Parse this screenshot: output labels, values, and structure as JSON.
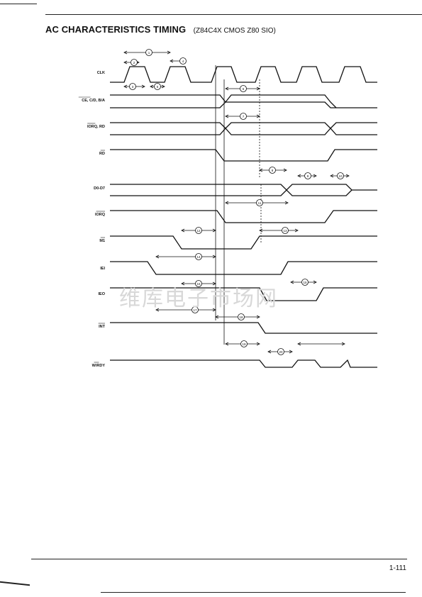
{
  "header": {
    "title": "AC CHARACTERISTICS TIMING",
    "subtitle": "(Z84C4X CMOS Z80 SIO)"
  },
  "signals": [
    {
      "id": "clk",
      "label": "CLK"
    },
    {
      "id": "ce",
      "label": "CE, C/D, B/A"
    },
    {
      "id": "iorq-rd",
      "label": "IORQ, RD"
    },
    {
      "id": "rd",
      "label": "RD"
    },
    {
      "id": "data",
      "label": "D0-D7"
    },
    {
      "id": "iorq",
      "label": "IORQ"
    },
    {
      "id": "m1",
      "label": "M1"
    },
    {
      "id": "iei",
      "label": "IEI"
    },
    {
      "id": "ieo",
      "label": "IEO"
    },
    {
      "id": "int",
      "label": "INT"
    },
    {
      "id": "wrdy",
      "label": "W/RDY"
    }
  ],
  "timing_refs": [
    "1",
    "2",
    "3",
    "4",
    "5",
    "6",
    "7",
    "8",
    "9",
    "10",
    "11",
    "12",
    "13",
    "14",
    "15",
    "16",
    "17",
    "18",
    "19",
    "20"
  ],
  "watermark": "维库电子市场网",
  "footer": {
    "page_number": "1-111"
  }
}
